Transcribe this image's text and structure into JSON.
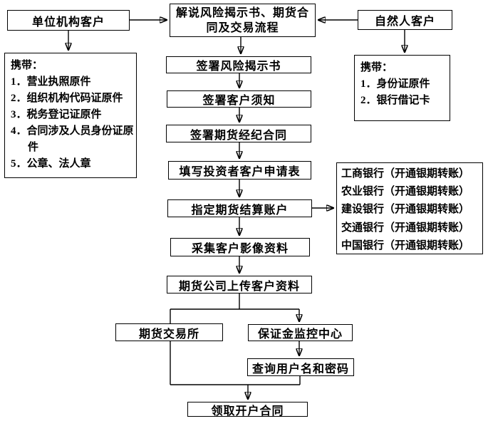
{
  "flow": {
    "unit_customer": "单位机构客户",
    "explain": "解说风险揭示书、期货合同及交易流程",
    "natural_customer": "自然人客户",
    "sign_risk": "签署风险揭示书",
    "sign_notice": "签署客户须知",
    "sign_contract": "签署期货经纪合同",
    "fill_form": "填写投资者客户申请表",
    "assign_account": "指定期货结算账户",
    "collect_image": "采集客户影像资料",
    "upload_data": "期货公司上传客户资料",
    "exchange": "期货交易所",
    "margin_center": "保证金监控中心",
    "query_password": "查询用户名和密码",
    "receive_contract": "领取开户合同"
  },
  "unit_bring": {
    "title": "携带：",
    "items": [
      "1．营业执照原件",
      "2．组织机构代码证原件",
      "3．税务登记证原件",
      "4．合同涉及人员身份证原件",
      "5．公章、法人章"
    ]
  },
  "natural_bring": {
    "title": "携带：",
    "items": [
      "1．身份证原件",
      "2．银行借记卡"
    ]
  },
  "banks": {
    "items": [
      "工商银行（开通银期转账）",
      "农业银行（开通银期转账）",
      "建设银行（开通银期转账）",
      "交通银行（开通银期转账）",
      "中国银行（开通银期转账）"
    ]
  },
  "colors": {
    "line": "#000000",
    "box_border": "#000000",
    "box_fill": "#ffffff",
    "text": "#000000",
    "background": "#ffffff"
  }
}
